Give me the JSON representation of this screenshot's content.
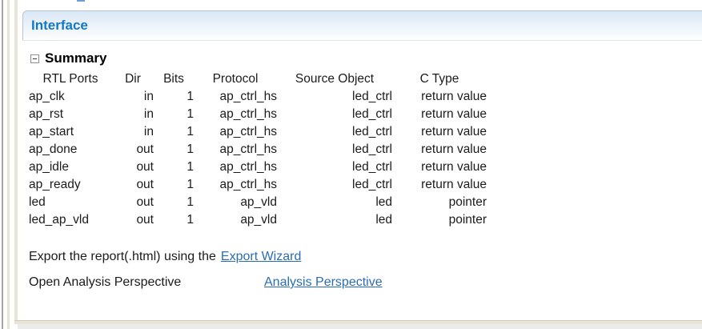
{
  "section": {
    "title": "Interface"
  },
  "summary": {
    "label": "Summary"
  },
  "table": {
    "columns": [
      "RTL Ports",
      "Dir",
      "Bits",
      "Protocol",
      "Source Object",
      "C Type"
    ],
    "rows": [
      [
        "ap_clk",
        "in",
        "1",
        "ap_ctrl_hs",
        "led_ctrl",
        "return value"
      ],
      [
        "ap_rst",
        "in",
        "1",
        "ap_ctrl_hs",
        "led_ctrl",
        "return value"
      ],
      [
        "ap_start",
        "in",
        "1",
        "ap_ctrl_hs",
        "led_ctrl",
        "return value"
      ],
      [
        "ap_done",
        "out",
        "1",
        "ap_ctrl_hs",
        "led_ctrl",
        "return value"
      ],
      [
        "ap_idle",
        "out",
        "1",
        "ap_ctrl_hs",
        "led_ctrl",
        "return value"
      ],
      [
        "ap_ready",
        "out",
        "1",
        "ap_ctrl_hs",
        "led_ctrl",
        "return value"
      ],
      [
        "led",
        "out",
        "1",
        "ap_vld",
        "led",
        "pointer"
      ],
      [
        "led_ap_vld",
        "out",
        "1",
        "ap_vld",
        "led",
        "pointer"
      ]
    ]
  },
  "footer": {
    "export_text": "Export the report(.html) using the",
    "export_link": "Export Wizard",
    "open_text": "Open Analysis Perspective",
    "open_link": "Analysis Perspective"
  },
  "colors": {
    "accent_blue": "#1577c8",
    "link_blue": "#2a6db4",
    "band_top": "#d9e7f6",
    "frame_beige": "#e8e4d8"
  }
}
